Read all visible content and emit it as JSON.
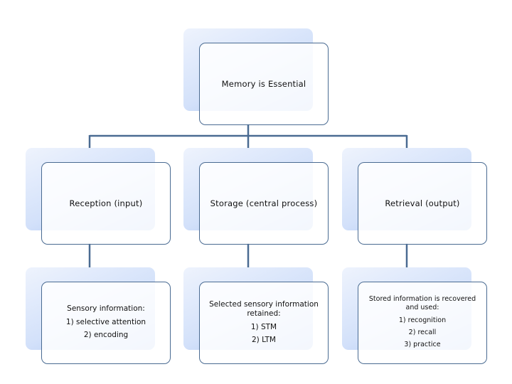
{
  "root": {
    "label": "Memory is Essential"
  },
  "columns": [
    {
      "heading": "Reception (input)",
      "detail": {
        "intro": "Sensory information:",
        "items": [
          "1) selective attention",
          "2) encoding"
        ]
      }
    },
    {
      "heading": "Storage (central process)",
      "detail": {
        "intro": "Selected sensory information retained:",
        "items": [
          "1) STM",
          "2) LTM"
        ]
      }
    },
    {
      "heading": "Retrieval (output)",
      "detail": {
        "intro": "Stored information is recovered and used:",
        "items": [
          "1) recognition",
          "2) recall",
          "3) practice"
        ]
      }
    }
  ],
  "colors": {
    "connector": "#4a6b92",
    "card_border": "#4a6b92",
    "shadow_light": "#eef3fd",
    "shadow_dark": "#a9c3f1"
  }
}
